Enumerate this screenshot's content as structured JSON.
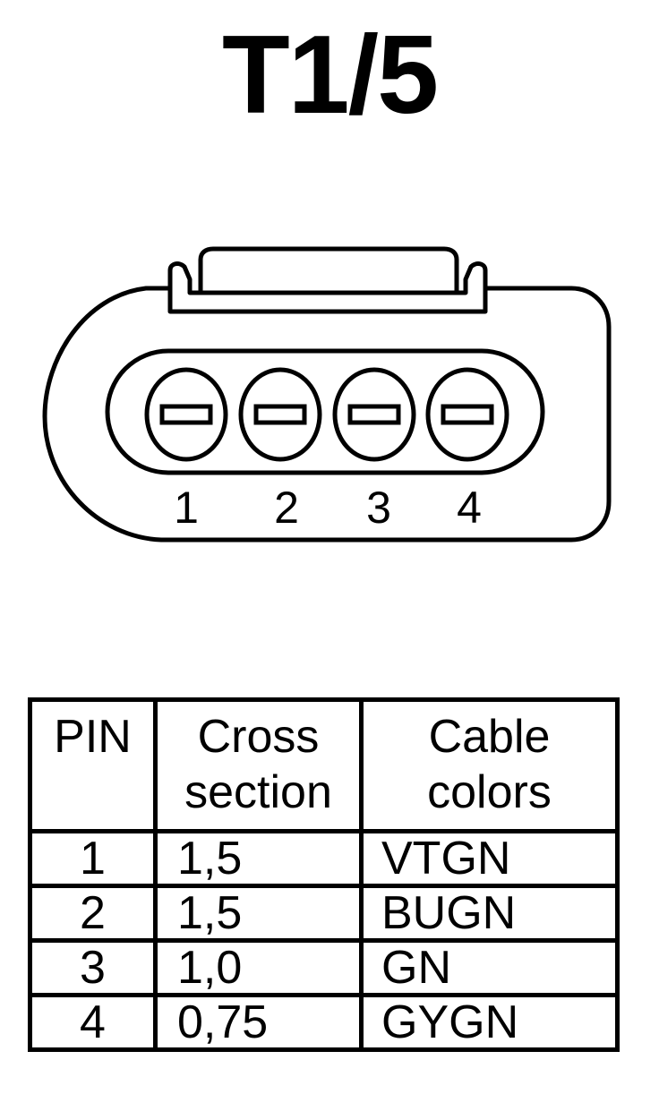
{
  "title": "T1/5",
  "connector": {
    "pin_labels": [
      "1",
      "2",
      "3",
      "4"
    ]
  },
  "table": {
    "headers": {
      "pin": "PIN",
      "cross_section": "Cross\nsection",
      "cable_colors": "Cable\ncolors"
    },
    "rows": [
      {
        "pin": "1",
        "cross_section": "1,5",
        "cable_color": "VTGN"
      },
      {
        "pin": "2",
        "cross_section": "1,5",
        "cable_color": "BUGN"
      },
      {
        "pin": "3",
        "cross_section": "1,0",
        "cable_color": "GN"
      },
      {
        "pin": "4",
        "cross_section": "0,75",
        "cable_color": "GYGN"
      }
    ]
  }
}
